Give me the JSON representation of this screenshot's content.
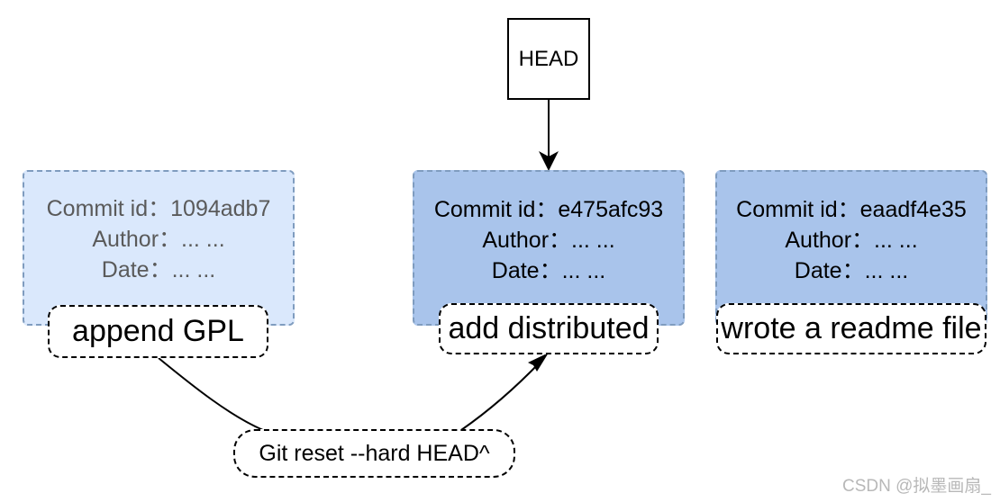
{
  "head": {
    "label": "HEAD"
  },
  "commits": [
    {
      "id_line": "Commit id：1094adb7",
      "author_line": "Author：... ...",
      "date_line": "Date：... ...",
      "message": "append GPL",
      "style": "faded",
      "fill_color": "#dae8fc"
    },
    {
      "id_line": "Commit id：e475afc93",
      "author_line": "Author：... ...",
      "date_line": "Date：... ...",
      "message": "add distributed",
      "style": "active",
      "fill_color": "#a9c4eb"
    },
    {
      "id_line": "Commit id：eaadf4e35",
      "author_line": "Author：... ...",
      "date_line": "Date：... ...",
      "message": "wrote a readme file",
      "style": "active",
      "fill_color": "#a9c4eb"
    }
  ],
  "command": {
    "label": "Git reset --hard HEAD^"
  },
  "watermark": "CSDN @拟墨画扇_",
  "colors": {
    "card_border": "#7f9cbf",
    "faded_text": "#5a5a5a",
    "arrow": "#000000"
  }
}
